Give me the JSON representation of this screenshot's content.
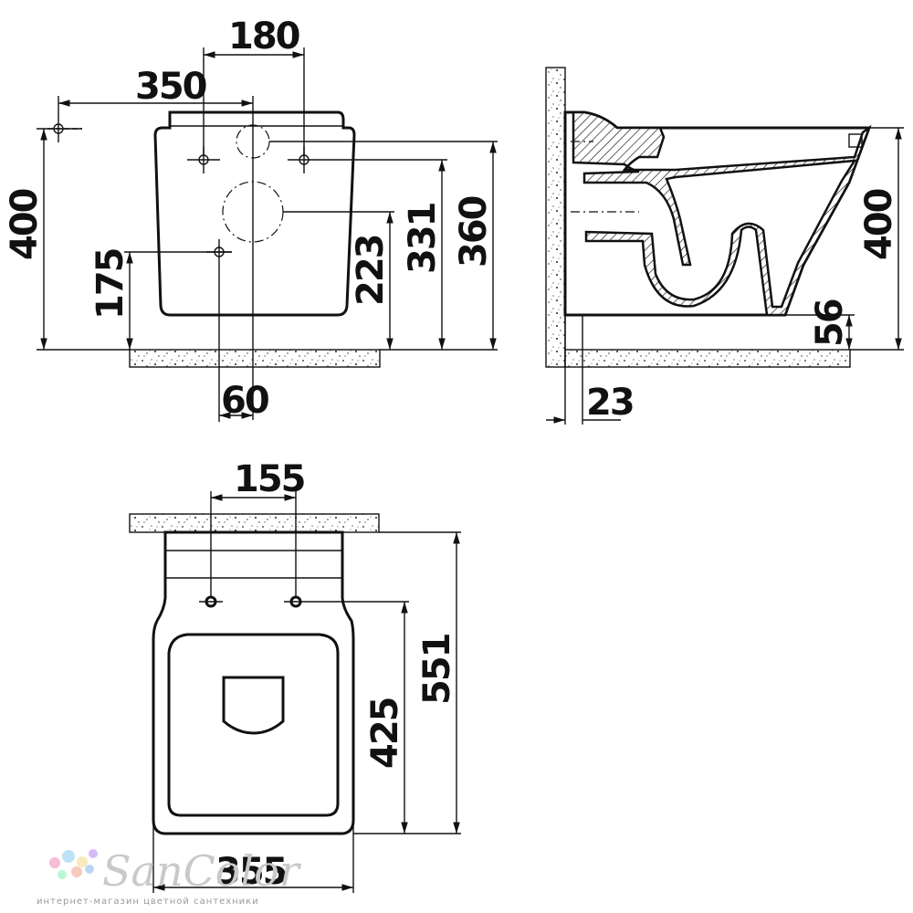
{
  "front_view": {
    "dim_width_outlets": "180",
    "dim_offset_350": "350",
    "dim_height_400": "400",
    "dim_height_175": "175",
    "dim_height_223": "223",
    "dim_height_331": "331",
    "dim_height_360": "360",
    "dim_offset_60": "60"
  },
  "side_view": {
    "dim_height_400": "400",
    "dim_height_56": "56",
    "dim_offset_23": "23"
  },
  "top_view": {
    "dim_width_155": "155",
    "dim_length_551": "551",
    "dim_length_425": "425",
    "dim_width_355": "355"
  },
  "watermark": {
    "brand": "SanColor",
    "tagline": "интернет-магазин цветной сантехники",
    "dot_colors": [
      "#f4a6c8",
      "#a6d8f4",
      "#f4e2a6",
      "#c8a6f4",
      "#a6f4c4",
      "#f4b8a6",
      "#a6c8f4"
    ]
  }
}
